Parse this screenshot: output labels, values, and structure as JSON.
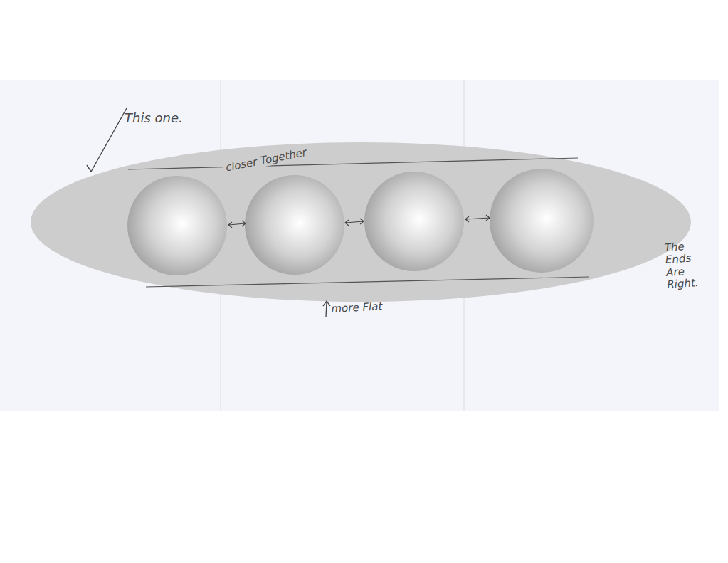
{
  "diagram": {
    "labels": [
      "This one.",
      "closer Together",
      "more Flat",
      "The Ends Are Right."
    ]
  }
}
